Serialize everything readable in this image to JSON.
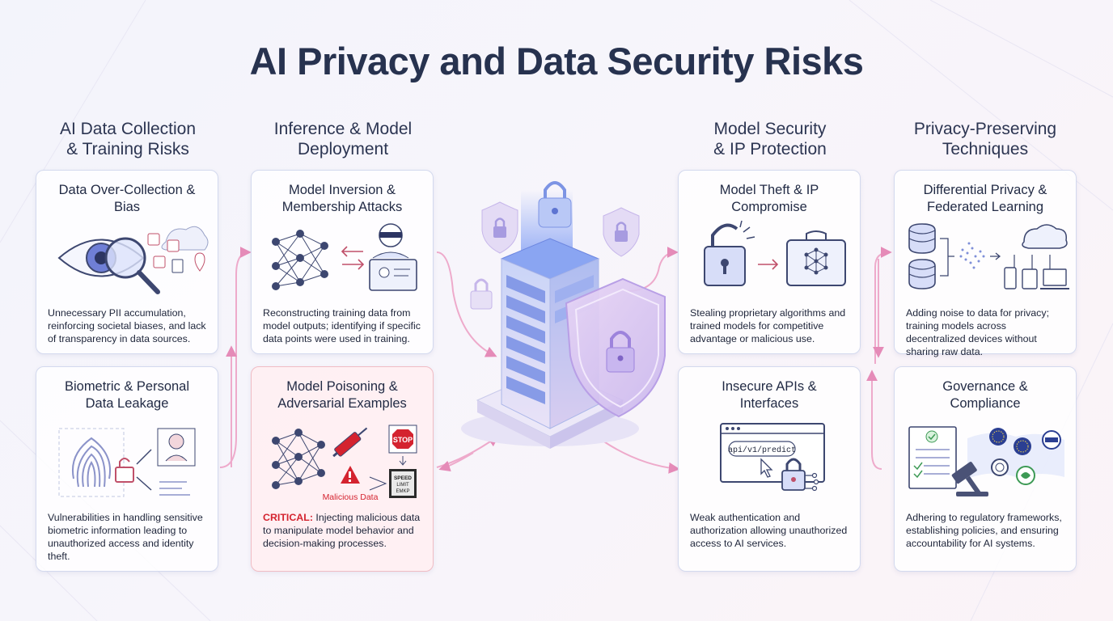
{
  "title": "AI Privacy and Data Security Risks",
  "columns": [
    {
      "heading_line1": "AI Data Collection",
      "heading_line2": "& Training Risks"
    },
    {
      "heading_line1": "Inference & Model",
      "heading_line2": "Deployment"
    },
    {
      "heading_line1": "Model Security",
      "heading_line2": "& IP Protection"
    },
    {
      "heading_line1": "Privacy-Preserving",
      "heading_line2": "Techniques"
    }
  ],
  "cards": {
    "data_overcollection": {
      "title_line1": "Data Over-Collection &",
      "title_line2": "Bias",
      "description": "Unnecessary PII accumulation, reinforcing societal biases, and lack of transparency in data sources."
    },
    "biometric_leakage": {
      "title_line1": "Biometric & Personal",
      "title_line2": "Data Leakage",
      "description": "Vulnerabilities in handling sensitive biometric information leading to unauthorized access and identity theft."
    },
    "model_inversion": {
      "title_line1": "Model Inversion &",
      "title_line2": "Membership Attacks",
      "description": "Reconstructing training data from model outputs; identifying if specific data points were used in training."
    },
    "model_poisoning": {
      "title_line1": "Model Poisoning &",
      "title_line2": "Adversarial Examples",
      "critical_label": "CRITICAL:",
      "description": " Injecting malicious data to manipulate model behavior and decision-making processes.",
      "icon_label": "Malicious Data",
      "stop_sign": "STOP",
      "speed_sign_line1": "SPEED",
      "speed_sign_line2": "LIMIT",
      "speed_sign_line3": "EMKP"
    },
    "model_theft": {
      "title_line1": "Model Theft & IP",
      "title_line2": "Compromise",
      "description": "Stealing proprietary algorithms and trained models for competitive advantage or malicious use."
    },
    "insecure_apis": {
      "title_line1": "Insecure APIs &",
      "title_line2": "Interfaces",
      "description": "Weak authentication and authorization allowing unauthorized access to AI services.",
      "api_path": "api/v1/predict"
    },
    "differential_privacy": {
      "title_line1": "Differential Privacy &",
      "title_line2": "Federated Learning",
      "description": "Adding noise to data for privacy; training models across decentralized devices without sharing raw data."
    },
    "governance": {
      "title_line1": "Governance &",
      "title_line2": "Compliance",
      "description": "Adhering to regulatory frameworks, establishing policies, and ensuring accountability for AI systems."
    }
  },
  "icons": {
    "data_overcollection": "eye-magnifier-icon",
    "biometric_leakage": "fingerprint-icon",
    "model_inversion": "neural-net-hacker-icon",
    "model_poisoning": "poisoned-neural-net-icon",
    "model_theft": "broken-lock-briefcase-icon",
    "insecure_apis": "api-window-lock-icon",
    "differential_privacy": "database-noise-cloud-icon",
    "governance": "document-gavel-map-icon",
    "center": "secure-server-shield-icon"
  },
  "colors": {
    "accent_blue": "#5b6fd6",
    "accent_pink": "#e58bb8",
    "critical_red": "#d4232f",
    "title": "#27324f"
  }
}
